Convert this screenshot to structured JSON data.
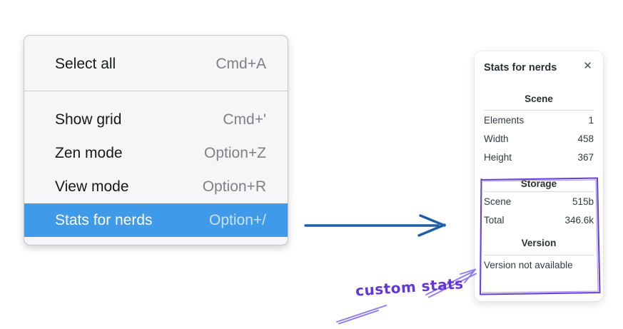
{
  "menu": {
    "sections": [
      {
        "items": [
          {
            "label": "Select all",
            "shortcut": "Cmd+A",
            "highlighted": false
          }
        ]
      },
      {
        "items": [
          {
            "label": "Show grid",
            "shortcut": "Cmd+'",
            "highlighted": false
          },
          {
            "label": "Zen mode",
            "shortcut": "Option+Z",
            "highlighted": false
          },
          {
            "label": "View mode",
            "shortcut": "Option+R",
            "highlighted": false
          },
          {
            "label": "Stats for nerds",
            "shortcut": "Option+/",
            "highlighted": true
          }
        ]
      }
    ]
  },
  "stats_panel": {
    "title": "Stats for nerds",
    "close_glyph": "✕",
    "sections": [
      {
        "title": "Scene",
        "rows": [
          [
            "Elements",
            "1"
          ],
          [
            "Width",
            "458"
          ],
          [
            "Height",
            "367"
          ]
        ]
      },
      {
        "title": "Storage",
        "rows": [
          [
            "Scene",
            "515b"
          ],
          [
            "Total",
            "346.6k"
          ]
        ]
      },
      {
        "title": "Version",
        "note": "Version not available"
      }
    ]
  },
  "annotation": {
    "label": "custom stats"
  },
  "colors": {
    "menu_highlight": "#3f9be9",
    "flow_arrow_blue": "#1d5fa6",
    "annotation_box_purple": "#6741d9",
    "annotation_stroke_purple": "#8d7bf2",
    "annotation_text_purple": "#6435d9"
  }
}
